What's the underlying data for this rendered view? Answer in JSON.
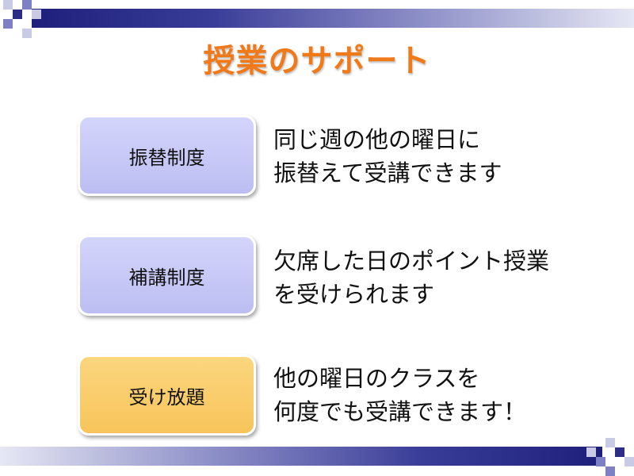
{
  "title": "授業のサポート",
  "rows": [
    {
      "label": "振替制度",
      "lines": [
        "同じ週の他の曜日に",
        "振替えて受講できます"
      ]
    },
    {
      "label": "補講制度",
      "lines": [
        "欠席した日のポイント授業",
        "を受けられます"
      ]
    },
    {
      "label": "受け放題",
      "lines": [
        "他の曜日のクラスを",
        "何度でも受講できます！"
      ]
    }
  ],
  "colors": {
    "title": "#f07a1a",
    "box_purple": "#c8c9f7",
    "box_orange": "#f9cd6a",
    "band_dark": "#1d1f7a"
  }
}
